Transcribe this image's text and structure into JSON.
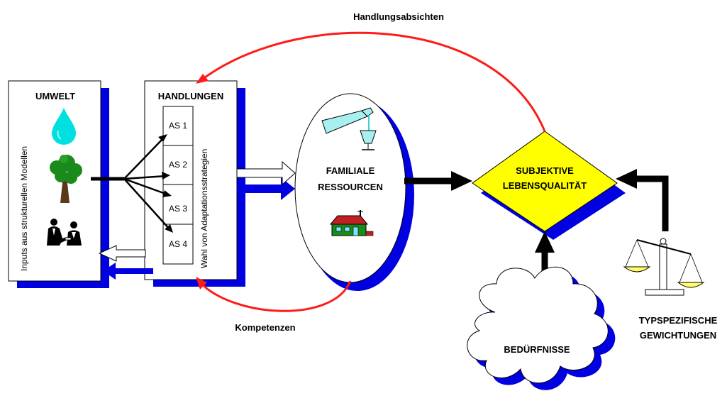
{
  "labels": {
    "handlungsabsichten": "Handlungsabsichten",
    "kompetenzen": "Kompetenzen",
    "umwelt": "UMWELT",
    "handlungen": "HANDLUNGEN",
    "inputs_vertical": "Inputs aus strukturellen Modellen",
    "wahl_vertical": "Wahl von Adaptationsstrategien",
    "familiale_line1": "FAMILIALE",
    "familiale_line2": "RESSOURCEN",
    "subjektive_line1": "SUBJEKTIVE",
    "subjektive_line2": "LEBENSQUALITÄT",
    "beduerfnisse": "BEDÜRFNISSE",
    "typspez_line1": "TYPSPEZIFISCHE",
    "typspez_line2": "GEWICHTUNGEN"
  },
  "strategies": [
    "AS 1",
    "AS 2",
    "AS 3",
    "AS 4"
  ],
  "icons": [
    "water-drop",
    "tree",
    "people-handshake",
    "pouring-glass",
    "house",
    "balance-scale"
  ],
  "colors": {
    "shadow": "#0000e0",
    "red_arrow": "#ff1a1a",
    "diamond": "#ffff00",
    "drop": "#00e0e0",
    "tree_green": "#1a8a1a"
  }
}
